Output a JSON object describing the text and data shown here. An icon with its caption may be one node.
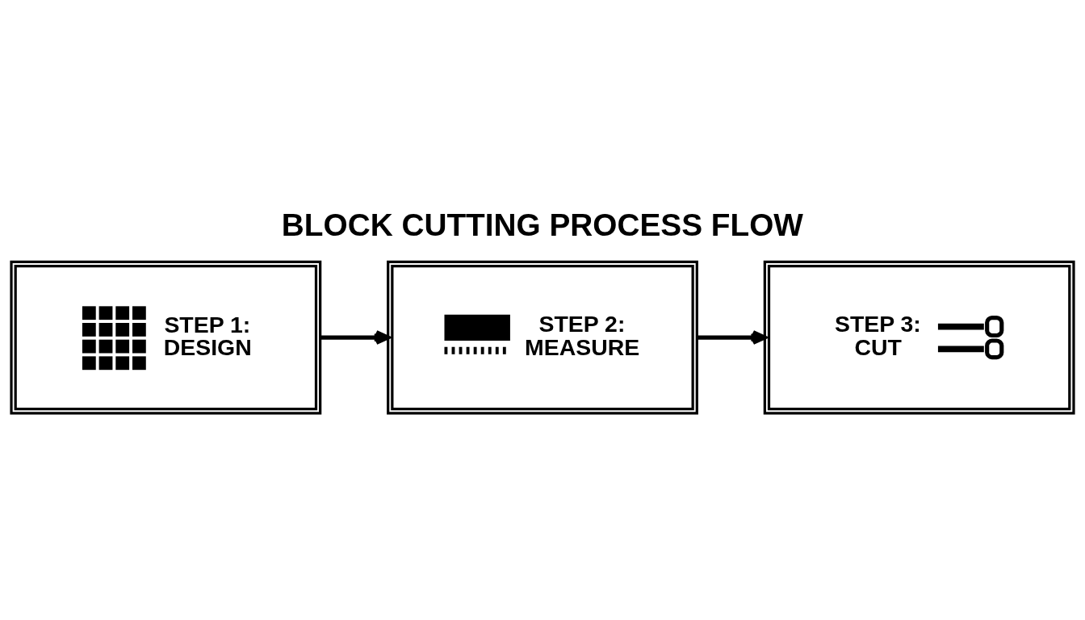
{
  "diagram": {
    "title": "BLOCK CUTTING PROCESS FLOW",
    "nodes": [
      {
        "text": [
          "STEP 1: DESIGN"
        ]
      },
      {
        "text": [
          "STEP 2: MEASURE"
        ]
      },
      {
        "text": [
          "STEP 3: CUT"
        ]
      }
    ],
    "edges": [
      {
        "from": 0,
        "to": 1,
        "arrow": "to"
      },
      {
        "from": 1,
        "to": 2,
        "arrow": "to"
      }
    ]
  }
}
